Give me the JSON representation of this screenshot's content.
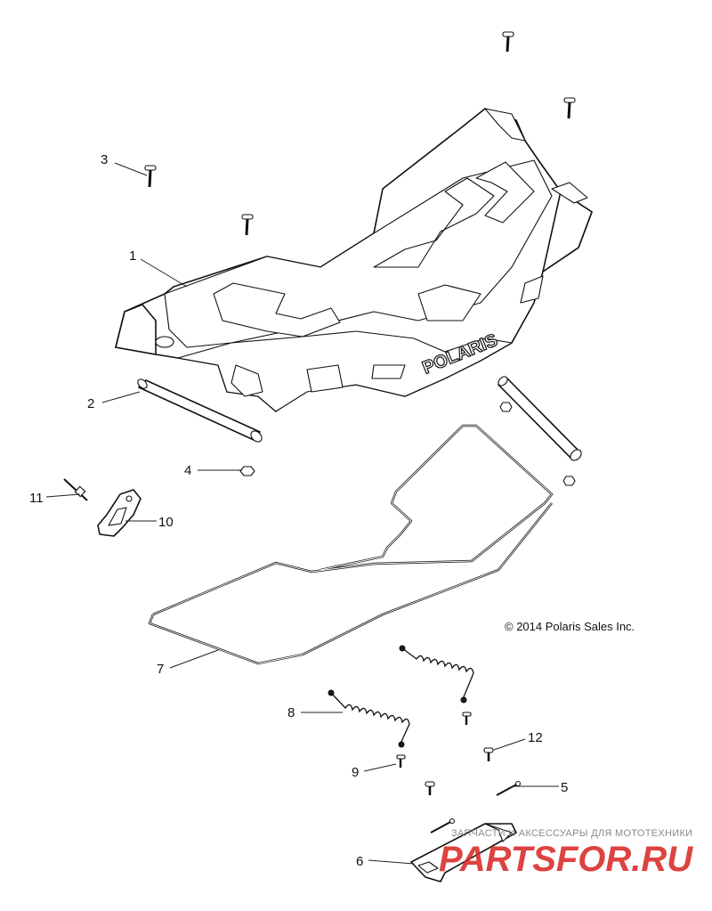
{
  "copyright": "© 2014 Polaris Sales Inc.",
  "brand_mark": "POLARIS",
  "watermark": {
    "caption": "ЗАПЧАСТИ И АКСЕССУАРЫ ДЛЯ МОТОТЕХНИКИ",
    "logo": "PARTSFOR.RU"
  },
  "callouts": {
    "c1": "1",
    "c2": "2",
    "c3": "3",
    "c4": "4",
    "c5": "5",
    "c6": "6",
    "c7": "7",
    "c8": "8",
    "c9": "9",
    "c10": "10",
    "c11": "11",
    "c12": "12"
  },
  "parts": [
    {
      "ref": "1",
      "icon": "front-rack-cover-icon"
    },
    {
      "ref": "2",
      "icon": "tube-icon"
    },
    {
      "ref": "3",
      "icon": "screw-icon"
    },
    {
      "ref": "4",
      "icon": "nut-icon"
    },
    {
      "ref": "5",
      "icon": "pin-icon"
    },
    {
      "ref": "6",
      "icon": "bracket-icon"
    },
    {
      "ref": "7",
      "icon": "seal-icon"
    },
    {
      "ref": "8",
      "icon": "spring-cable-icon"
    },
    {
      "ref": "9",
      "icon": "screw-icon"
    },
    {
      "ref": "10",
      "icon": "latch-icon"
    },
    {
      "ref": "11",
      "icon": "pin-icon"
    },
    {
      "ref": "12",
      "icon": "screw-icon"
    }
  ]
}
